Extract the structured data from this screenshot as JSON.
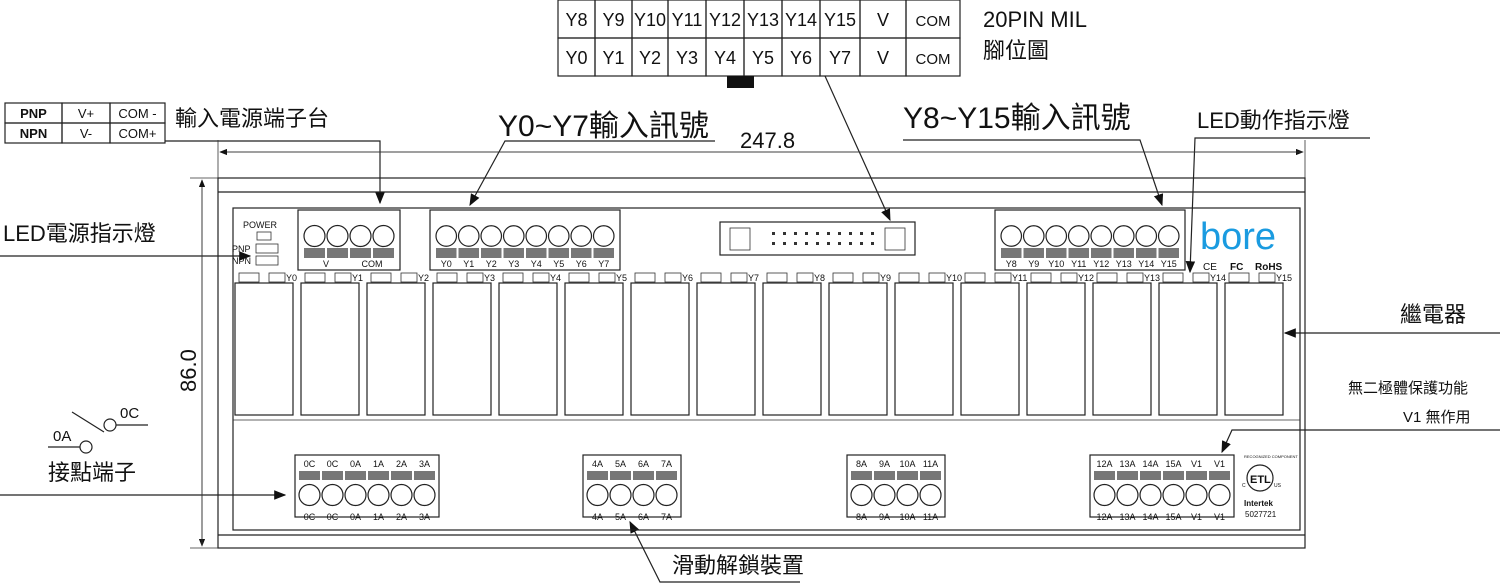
{
  "pin_table": {
    "row_top": [
      "Y8",
      "Y9",
      "Y10",
      "Y11",
      "Y12",
      "Y13",
      "Y14",
      "Y15",
      "V",
      "COM"
    ],
    "row_bottom": [
      "Y0",
      "Y1",
      "Y2",
      "Y3",
      "Y4",
      "Y5",
      "Y6",
      "Y7",
      "V",
      "COM"
    ],
    "title": "20PIN MIL",
    "subtitle": "腳位圖"
  },
  "power_table": {
    "rows": [
      [
        "PNP",
        "V+",
        "COM -"
      ],
      [
        "NPN",
        "V-",
        "COM+"
      ]
    ]
  },
  "callouts": {
    "power_terminal": "輸入電源端子台",
    "y0_y7": "Y0~Y7輸入訊號",
    "y8_y15": "Y8~Y15輸入訊號",
    "led_action": "LED動作指示燈",
    "led_power": "LED電源指示燈",
    "relay": "繼電器",
    "no_diode": "無二極體保護功能",
    "v1_unused": "V1 無作用",
    "contact_terminal": "接點端子",
    "slide_unlock": "滑動解鎖裝置",
    "contact_0a": "0A",
    "contact_0c": "0C"
  },
  "dimensions": {
    "width": "247.8",
    "height": "86.0"
  },
  "device": {
    "power_label": "POWER",
    "pnp_label": "PNP",
    "npn_label": "NPN",
    "power_terminal_labels": [
      "V",
      "COM"
    ],
    "input_block_a": [
      "Y0",
      "Y1",
      "Y2",
      "Y3",
      "Y4",
      "Y5",
      "Y6",
      "Y7"
    ],
    "input_block_b": [
      "Y8",
      "Y9",
      "Y10",
      "Y11",
      "Y12",
      "Y13",
      "Y14",
      "Y15"
    ],
    "led_labels": [
      "Y0",
      "Y1",
      "Y2",
      "Y3",
      "Y4",
      "Y5",
      "Y6",
      "Y7",
      "Y8",
      "Y9",
      "Y10",
      "Y11",
      "Y12",
      "Y13",
      "Y14",
      "Y15"
    ],
    "out_blocks": [
      [
        "0C",
        "0C",
        "0A",
        "1A",
        "2A",
        "3A"
      ],
      [
        "4A",
        "5A",
        "6A",
        "7A"
      ],
      [
        "8A",
        "9A",
        "10A",
        "11A"
      ],
      [
        "12A",
        "13A",
        "14A",
        "15A",
        "V1",
        "V1"
      ]
    ],
    "brand": "bore",
    "certs": [
      "CE",
      "FC",
      "RoHS"
    ],
    "etl": {
      "recognized": "RECOGNIZED COMPONENT",
      "mark": "ETL",
      "c": "C",
      "us": "US",
      "lab": "Intertek",
      "number": "5027721"
    }
  },
  "colors": {
    "brand": "#1a9be0",
    "line": "#222222"
  }
}
